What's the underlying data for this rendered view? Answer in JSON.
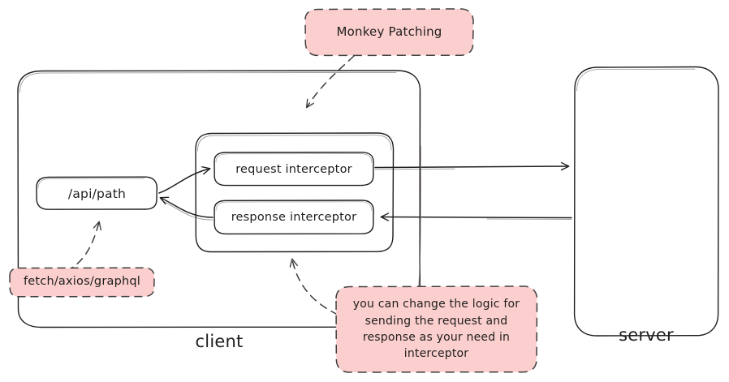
{
  "diagram": {
    "title": "API interceptor flow (client / server)",
    "colors": {
      "stroke": "#1e1e1e",
      "sticky_fill": "#fbcfcd",
      "sticky_stroke": "#3f3f3f",
      "text": "#1e1e1e",
      "background": "#ffffff"
    },
    "containers": [
      {
        "id": "client",
        "label": "client"
      },
      {
        "id": "server",
        "label": "server"
      }
    ],
    "nodes": [
      {
        "id": "api-path",
        "label": "/api/path"
      },
      {
        "id": "request-interceptor",
        "label": "request interceptor"
      },
      {
        "id": "response-interceptor",
        "label": "response interceptor"
      }
    ],
    "sticky_notes": [
      {
        "id": "monkey-patching",
        "label": "Monkey Patching"
      },
      {
        "id": "fetch-axios-graphql",
        "label": "fetch/axios/graphql"
      },
      {
        "id": "interceptor-note",
        "label": "you can change the logic for\nsending the request and\nresponse as your need in\ninterceptor"
      }
    ],
    "connectors": [
      {
        "id": "api-to-request",
        "from": "api-path",
        "to": "request-interceptor",
        "style": "solid"
      },
      {
        "id": "response-to-api",
        "from": "response-interceptor",
        "to": "api-path",
        "style": "solid"
      },
      {
        "id": "request-to-server",
        "from": "request-interceptor",
        "to": "server",
        "style": "solid"
      },
      {
        "id": "server-to-response",
        "from": "server",
        "to": "response-interceptor",
        "style": "solid"
      },
      {
        "id": "monkey-to-interceptors",
        "from": "monkey-patching",
        "to": "interceptor-group",
        "style": "dashed"
      },
      {
        "id": "fetch-to-api",
        "from": "fetch-axios-graphql",
        "to": "api-path",
        "style": "dashed"
      },
      {
        "id": "note-to-interceptors",
        "from": "interceptor-note",
        "to": "interceptor-group",
        "style": "dashed"
      }
    ]
  }
}
